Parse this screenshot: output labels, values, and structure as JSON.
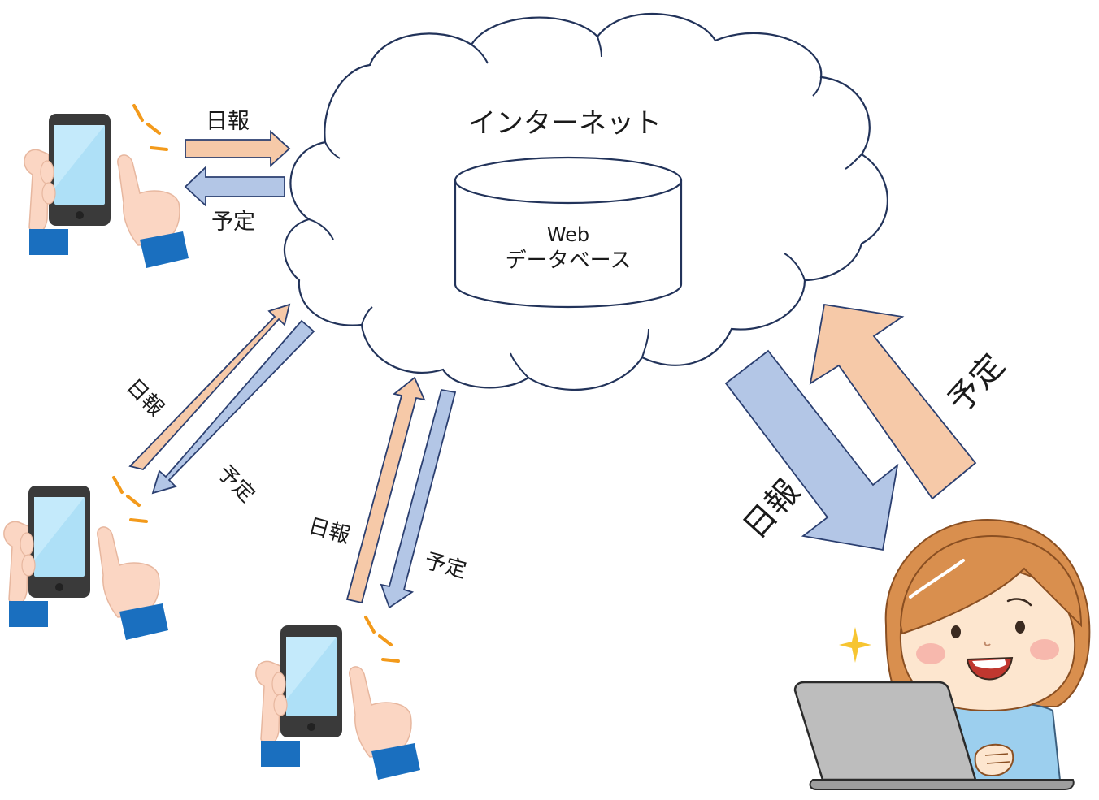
{
  "cloud": {
    "label": "インターネット"
  },
  "database": {
    "line1": "Web",
    "line2": "データベース"
  },
  "arrows": {
    "report": "日報",
    "schedule": "予定"
  },
  "colors": {
    "report_fill": "#f6c9a8",
    "schedule_fill": "#b3c6e6",
    "outline": "#22335a",
    "arrow_outline": "#2b3f70",
    "phone_body": "#3a3a3a",
    "phone_screen": "#aee0f7",
    "sleeve": "#1a6fbf",
    "skin": "#fbd6c3",
    "spark": "#f39a1b",
    "hair": "#d98f4e",
    "laptop": "#bdbdbd",
    "shirt": "#9ccfee",
    "star": "#f7c531"
  },
  "icons": [
    "smartphone-hand-icon",
    "smartphone-hand-icon",
    "smartphone-hand-icon",
    "laptop-user-icon",
    "cloud-icon",
    "database-cylinder-icon"
  ]
}
